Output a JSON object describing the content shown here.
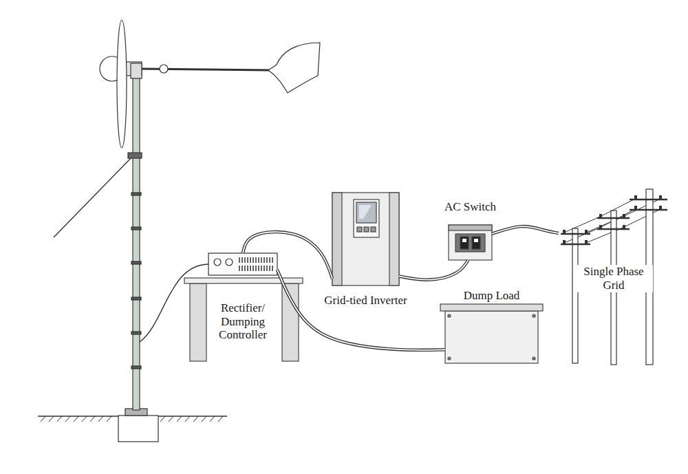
{
  "diagram": {
    "nodes": [
      {
        "text": [
          "Rectifier/ Dumping Controller"
        ]
      },
      {
        "text": [
          "Grid-tied Inverter"
        ]
      },
      {
        "text": [
          "AC Switch"
        ]
      },
      {
        "text": [
          "Dump Load"
        ]
      },
      {
        "text": [
          "Single Phase Grid"
        ]
      }
    ],
    "edges": [
      {
        "from": 0,
        "to": 1,
        "arrow": "none"
      },
      {
        "from": 0,
        "to": 3,
        "arrow": "none"
      },
      {
        "from": 1,
        "to": 2,
        "arrow": "none"
      },
      {
        "from": 2,
        "to": 4,
        "arrow": "none"
      }
    ]
  }
}
